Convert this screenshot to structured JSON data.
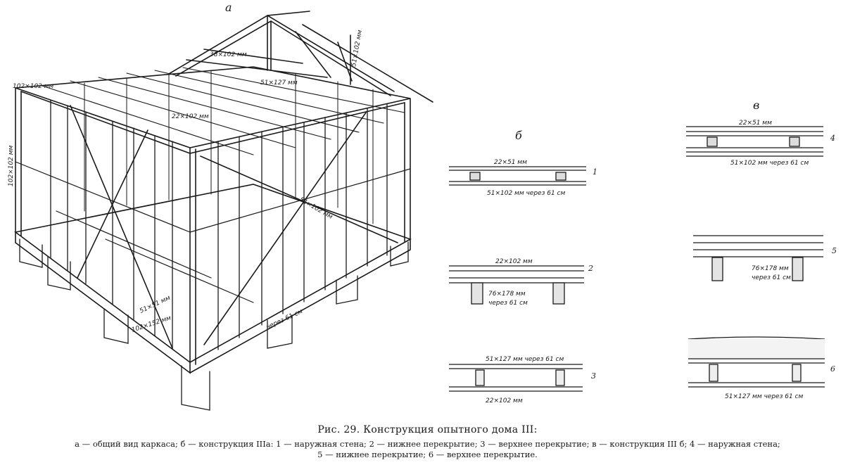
{
  "figure": {
    "view_labels": {
      "a": "а",
      "b": "б",
      "v": "в"
    },
    "general_view": {
      "dims": {
        "post": "102×102 мм",
        "post_tall": "102×102 мм",
        "ridge": "51×102 мм",
        "rafter": "38×102 мм",
        "joist": "51×127 мм",
        "top": "22×102 мм",
        "beam_low": "51×102 мм",
        "sill": "102×152 мм",
        "brace": "51×51 мм",
        "spacing": "через 61 см"
      }
    },
    "section_b": {
      "s1": {
        "num": "1",
        "top": "22×51 мм",
        "bottom": "51×102 мм через 61 см"
      },
      "s2": {
        "num": "2",
        "top": "22×102 мм",
        "bottom1": "76×178 мм",
        "bottom2": "через 61 см"
      },
      "s3": {
        "num": "3",
        "top": "51×127 мм через 61 см",
        "bottom": "22×102 мм"
      }
    },
    "section_v": {
      "s4": {
        "num": "4",
        "top": "22×51 мм",
        "bottom": "51×102 мм через 61 см"
      },
      "s5": {
        "num": "5",
        "bottom1": "76×178 мм",
        "bottom2": "через 61 см"
      },
      "s6": {
        "num": "6",
        "bottom": "51×127 мм через 61 см"
      }
    }
  },
  "caption": {
    "title": "Рис. 29. Конструкция опытного дома III:",
    "line1": "а — общий вид каркаса; б — конструкция IIIа: 1 — наружная стена; 2 — нижнее перекрытие; 3 — верхнее перекрытие; в — конструкция III б; 4 — наружная стена;",
    "line2": "5 — нижнее перекрытие; 6 — верхнее перекрытие."
  }
}
